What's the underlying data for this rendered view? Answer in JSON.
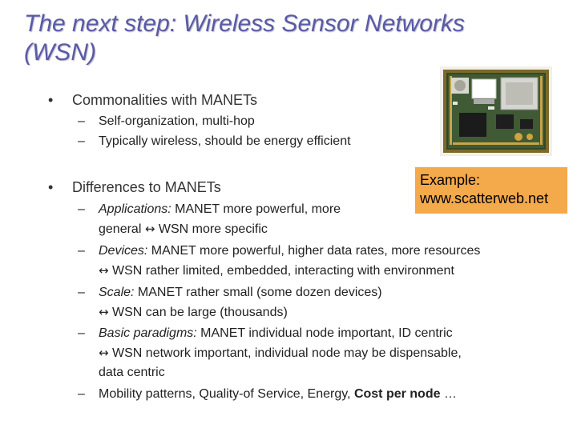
{
  "slide": {
    "title_line1": "The next step: Wireless Sensor Networks",
    "title_line2": "(WSN)",
    "bullet_mark": "•",
    "dash_mark": "–",
    "arrow": "↔",
    "b1": {
      "label": "Commonalities with MANETs",
      "subs": [
        "Self-organization, multi-hop",
        "Typically wireless, should  be energy efficient"
      ]
    },
    "b2": {
      "label": "Differences to MANETs",
      "apps": {
        "term": "Applications:",
        "text1": " MANET more powerful, more",
        "text2a": "general ",
        "text2b": " WSN more specific"
      },
      "devices": {
        "term": "Devices:",
        "text1": " MANET more powerful, higher data rates, more resources",
        "text2": " WSN rather limited, embedded, interacting with environment"
      },
      "scale": {
        "term": "Scale:",
        "text1": " MANET rather small (some dozen devices)",
        "text2": " WSN can be large (thousands)"
      },
      "paradigms": {
        "term": "Basic paradigms:",
        "text1": " MANET individual node important, ID centric",
        "text2": " WSN network important, individual node may be dispensable,",
        "text3": "data centric"
      },
      "mobility": {
        "text": "Mobility patterns, Quality-of Service, Energy, ",
        "bold": "Cost per node",
        "ellipsis": " …"
      }
    },
    "example": {
      "line1": "Example:",
      "line2": "www.scatterweb.net",
      "color": "#f4a94a"
    },
    "title_color": "#5a5aa6"
  }
}
